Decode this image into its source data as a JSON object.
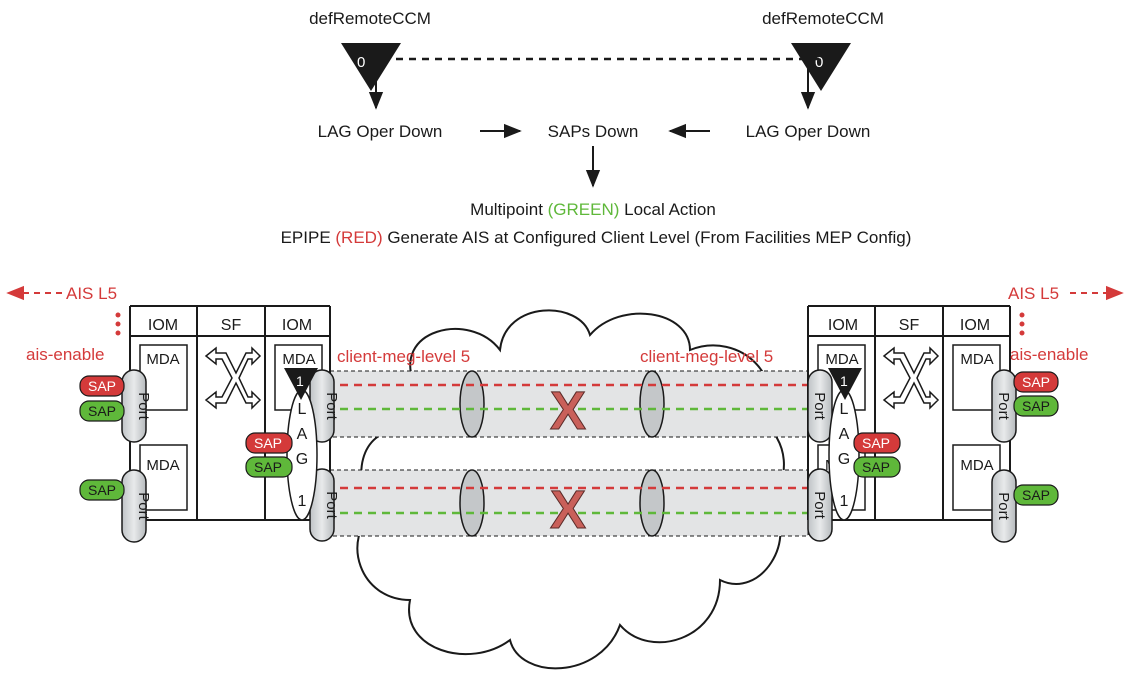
{
  "top": {
    "left_ccm_label": "defRemoteCCM",
    "right_ccm_label": "defRemoteCCM",
    "left_mep_level": "0",
    "right_mep_level": "0",
    "left_lag_status": "LAG Oper Down",
    "right_lag_status": "LAG Oper Down",
    "saps_status": "SAPs Down"
  },
  "actions": {
    "line1_prefix": "Multipoint ",
    "line1_color_word": "(GREEN)",
    "line1_suffix": " Local Action",
    "line2_prefix": "EPIPE ",
    "line2_color_word": "(RED)",
    "line2_suffix": " Generate AIS at Configured Client Level (From Facilities MEP Config)"
  },
  "left_node": {
    "ais_label": "AIS L5",
    "ais_enable": "ais-enable",
    "iom_a": "IOM",
    "sf": "SF",
    "iom_b": "IOM",
    "mda_top": "MDA",
    "mda_bottom": "MDA",
    "mda_lag": "MDA",
    "port": "Port",
    "sap": "SAP",
    "lag_letters": [
      "L",
      "A",
      "G"
    ],
    "lag_number": "1",
    "mep_level": "1"
  },
  "right_node": {
    "ais_label": "AIS L5",
    "ais_enable": "ais-enable",
    "iom_a": "IOM",
    "sf": "SF",
    "iom_b": "IOM",
    "mda_top": "MDA",
    "mda_bottom": "MDA",
    "mda_lag": "MDA",
    "mda_partial": "M",
    "port": "Port",
    "sap": "SAP",
    "lag_letters": [
      "L",
      "A",
      "G"
    ],
    "lag_number": "1",
    "mep_level": "1"
  },
  "links": {
    "left_meg_label": "client-meg-level 5",
    "right_meg_label": "client-meg-level 5",
    "fault_mark": "X"
  },
  "colors": {
    "red": "#d43a3a",
    "green": "#5fb83a",
    "gray_tube": "#d6d8da",
    "black": "#1a1a1a",
    "fault": "#c9605a"
  }
}
